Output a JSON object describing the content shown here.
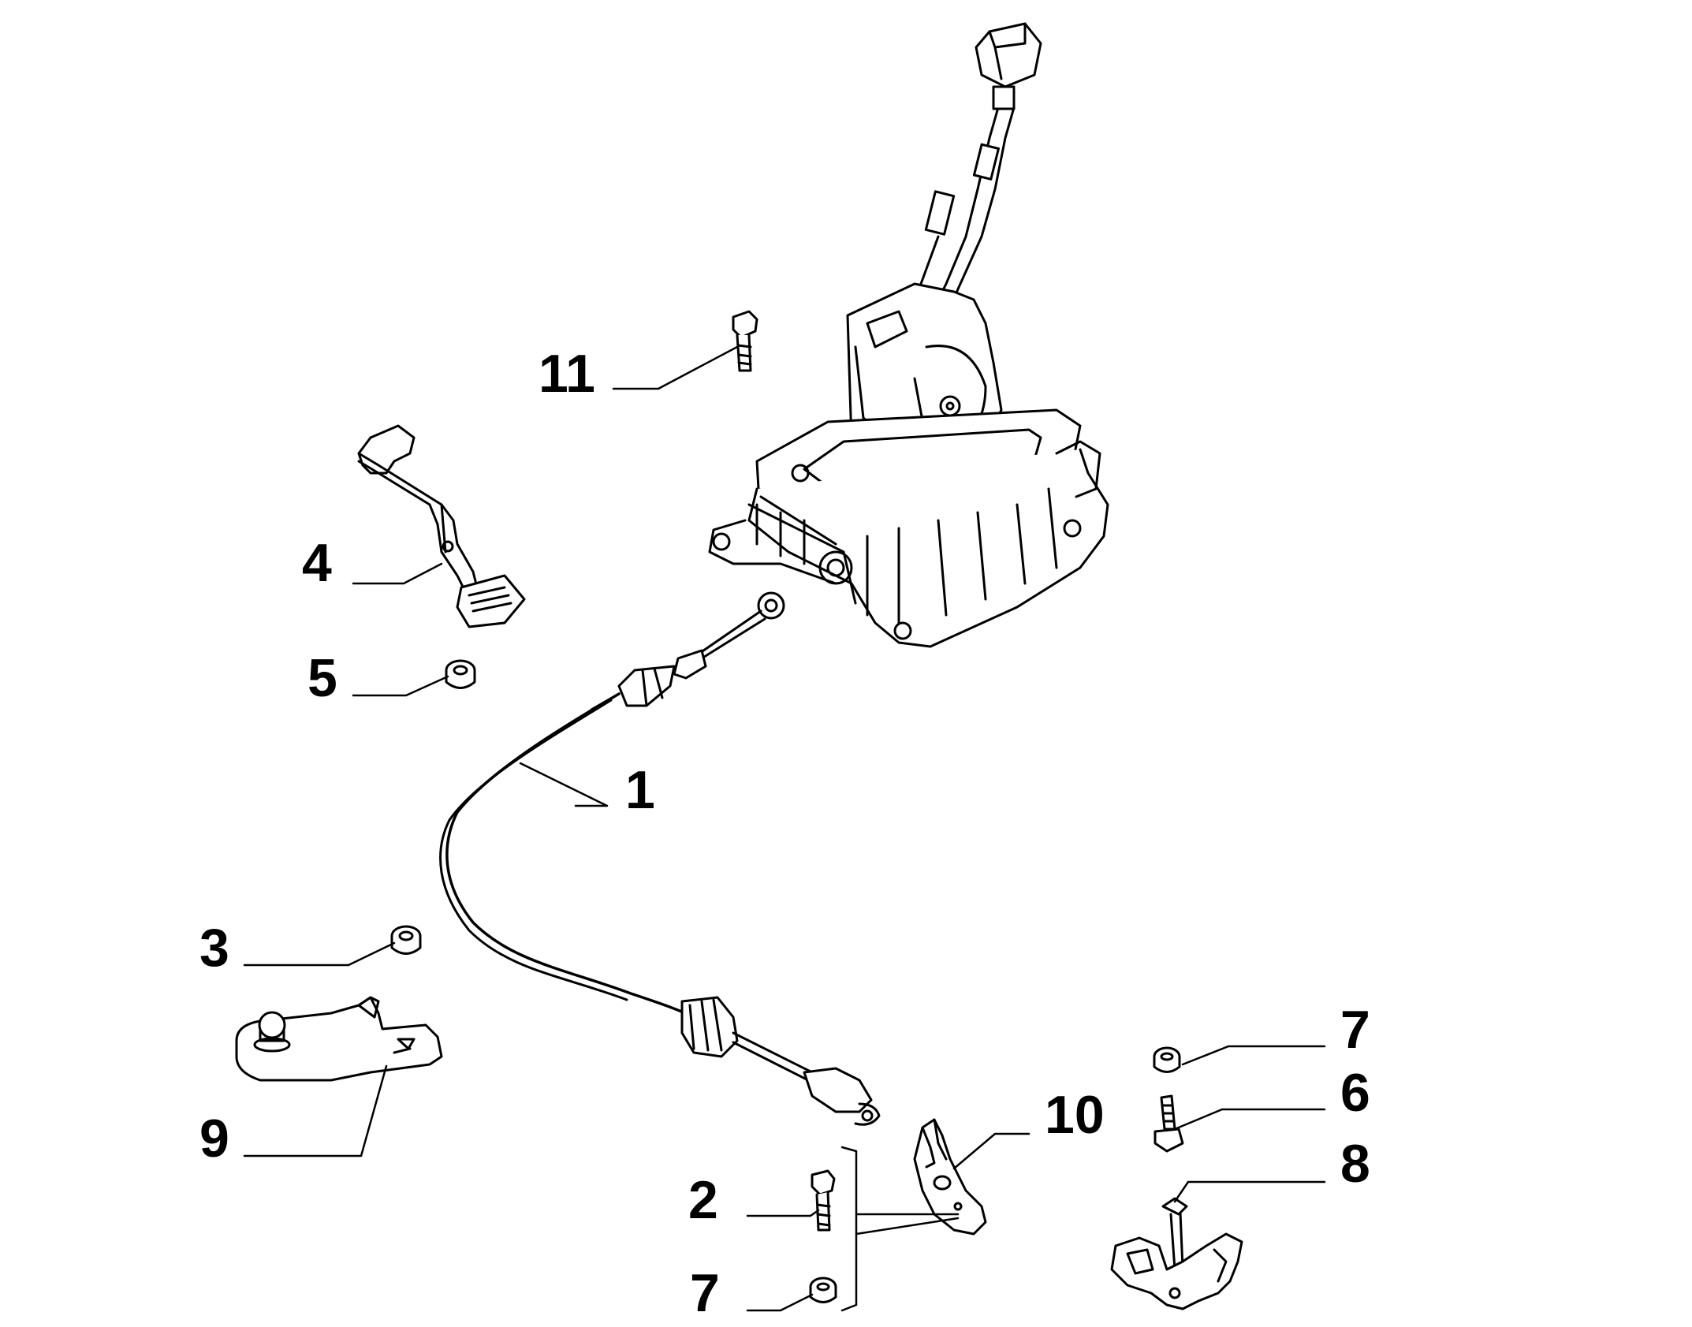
{
  "callouts": [
    {
      "id": "1",
      "label": "1"
    },
    {
      "id": "2",
      "label": "2"
    },
    {
      "id": "3",
      "label": "3"
    },
    {
      "id": "4",
      "label": "4"
    },
    {
      "id": "5",
      "label": "5"
    },
    {
      "id": "6",
      "label": "6"
    },
    {
      "id": "7a",
      "label": "7"
    },
    {
      "id": "7b",
      "label": "7"
    },
    {
      "id": "8",
      "label": "8"
    },
    {
      "id": "9",
      "label": "9"
    },
    {
      "id": "10",
      "label": "10"
    },
    {
      "id": "11",
      "label": "11"
    }
  ],
  "colors": {
    "line": "#000000",
    "fill": "#ffffff",
    "shade": "#d9d9d9"
  }
}
